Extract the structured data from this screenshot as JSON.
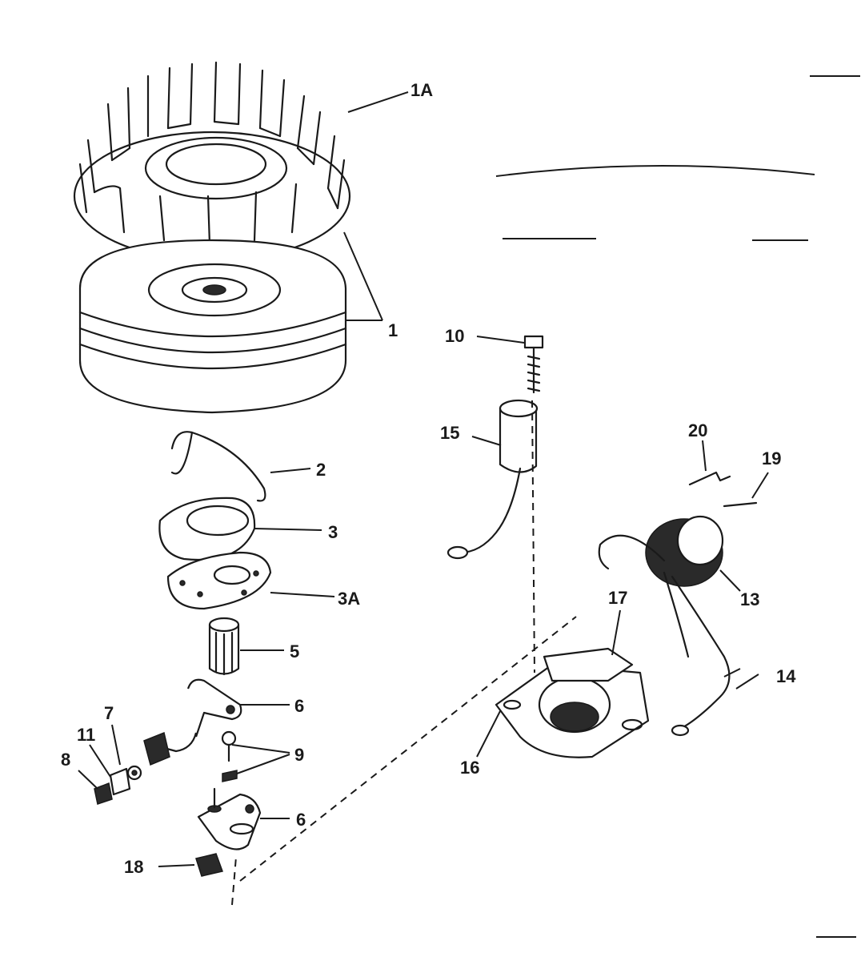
{
  "diagram": {
    "callouts": {
      "c1A_top": "1A",
      "c1": "1",
      "c2": "2",
      "c3": "3",
      "c3A": "3A",
      "c5": "5",
      "c6_upper": "6",
      "c6_lower": "6",
      "c7": "7",
      "c8": "8",
      "c9": "9",
      "c10": "10",
      "c11": "11",
      "c13": "13",
      "c14": "14",
      "c15": "15",
      "c16": "16",
      "c17": "17",
      "c18": "18",
      "c19": "19",
      "c20": "20"
    }
  }
}
